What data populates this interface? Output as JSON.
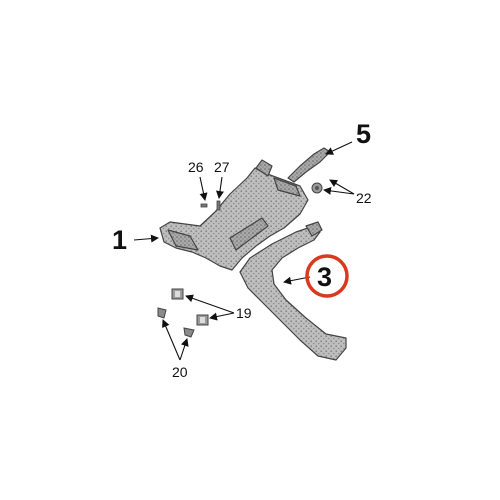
{
  "diagram": {
    "highlight_color": "#d93a1f",
    "part_fill": "#c9c9c9",
    "callouts": {
      "part_1": "1",
      "part_3": "3",
      "part_5": "5",
      "part_19": "19",
      "part_20": "20",
      "part_22": "22",
      "part_26": "26",
      "part_27": "27"
    },
    "highlighted_part": "3"
  }
}
